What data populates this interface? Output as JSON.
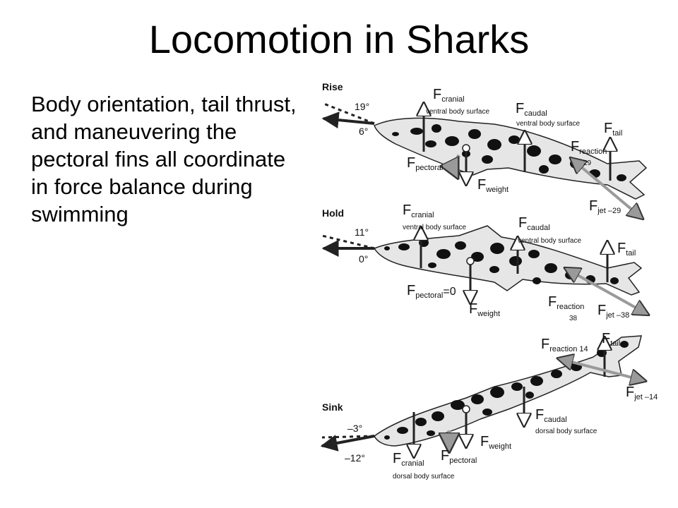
{
  "slide": {
    "title": "Locomotion in Sharks",
    "body": "Body orientation, tail thrust, and maneuvering the pectoral fins all coordinate in force balance during swimming"
  },
  "figure": {
    "panels": {
      "rise": {
        "label": "Rise",
        "angle_body": "19°",
        "angle_path": "6°",
        "forces": {
          "cranial": {
            "main": "F",
            "sub": "cranial",
            "note": "ventral body surface"
          },
          "caudal": {
            "main": "F",
            "sub": "caudal",
            "note": "ventral body surface"
          },
          "tail": {
            "main": "F",
            "sub": "tail"
          },
          "reaction": {
            "main": "F",
            "sub": "reaction",
            "value": "29"
          },
          "pectoral": {
            "main": "F",
            "sub": "pectoral"
          },
          "weight": {
            "main": "F",
            "sub": "weight"
          },
          "jet": {
            "main": "F",
            "sub": "jet –29"
          }
        }
      },
      "hold": {
        "label": "Hold",
        "angle_body": "11°",
        "angle_path": "0°",
        "forces": {
          "cranial": {
            "main": "F",
            "sub": "cranial",
            "note": "ventral body surface"
          },
          "caudal": {
            "main": "F",
            "sub": "caudal",
            "note": "ventral body surface"
          },
          "tail": {
            "main": "F",
            "sub": "tail"
          },
          "pectoral": {
            "main": "F",
            "sub": "pectoral",
            "suffix": "=0"
          },
          "weight": {
            "main": "F",
            "sub": "weight"
          },
          "reaction": {
            "main": "F",
            "sub": "reaction",
            "value": "38"
          },
          "jet": {
            "main": "F",
            "sub": "jet –38"
          }
        }
      },
      "sink": {
        "label": "Sink",
        "angle_body": "–3°",
        "angle_path": "–12°",
        "forces": {
          "reaction": {
            "main": "F",
            "sub": "reaction 14"
          },
          "tail": {
            "main": "F",
            "sub": "tail"
          },
          "jet": {
            "main": "F",
            "sub": "jet –14"
          },
          "caudal": {
            "main": "F",
            "sub": "caudal",
            "note": "dorsal body surface"
          },
          "weight": {
            "main": "F",
            "sub": "weight"
          },
          "cranial": {
            "main": "F",
            "sub": "cranial",
            "note": "dorsal body surface"
          },
          "pectoral": {
            "main": "F",
            "sub": "pectoral"
          }
        }
      }
    },
    "colors": {
      "shark_body": "#e6e6e6",
      "spots": "#111111",
      "arrow_fill": "#ffffff",
      "gray_arrow": "#9a9a9a"
    }
  }
}
